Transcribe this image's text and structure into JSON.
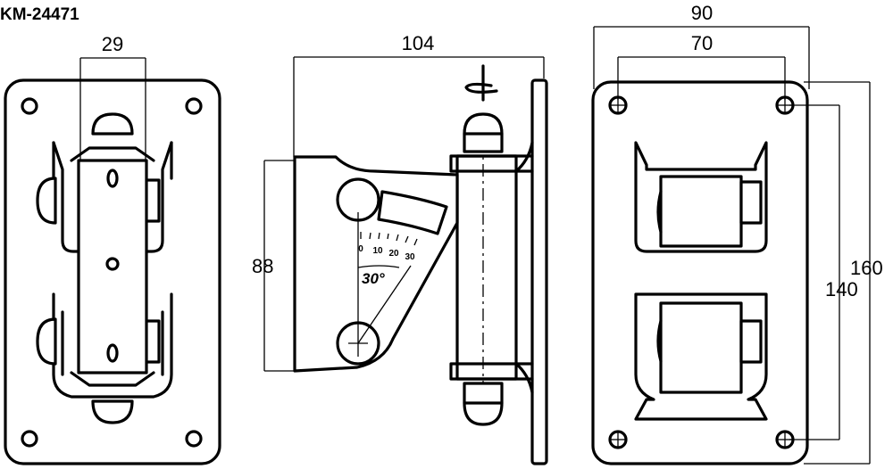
{
  "model": "KM-24471",
  "front_view": {
    "dim_width": "29"
  },
  "side_view": {
    "dim_depth": "104",
    "dim_height": "88",
    "tilt_scale": [
      "0",
      "10",
      "20",
      "30"
    ],
    "tilt_angle": "30°"
  },
  "plate_view": {
    "dim_outer_width": "90",
    "dim_hole_spacing_x": "70",
    "dim_outer_height": "160",
    "dim_hole_spacing_y": "140"
  }
}
